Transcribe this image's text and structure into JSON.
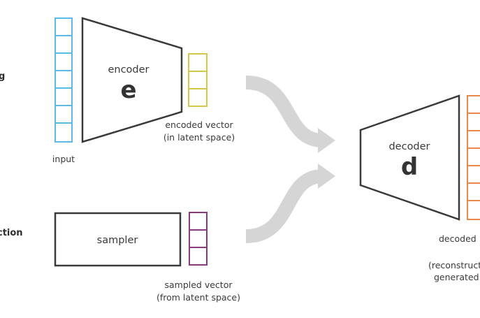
{
  "side_labels": {
    "top": "g",
    "bottom": "ction"
  },
  "encoder": {
    "label": "encoder",
    "symbol": "e"
  },
  "decoder": {
    "label": "decoder",
    "symbol": "d"
  },
  "sampler": {
    "label": "sampler"
  },
  "input": {
    "label": "input"
  },
  "encoded_vector": {
    "line1": "encoded vector",
    "line2": "(in latent space)"
  },
  "sampled_vector": {
    "line1": "sampled vector",
    "line2": "(from latent space)"
  },
  "decoded": {
    "line1": "decoded",
    "line2": "(reconstruct",
    "line3": "generated"
  },
  "colors": {
    "input": "#5fb9e6",
    "encoded": "#d4c84a",
    "sampled": "#8a3a7e",
    "decoded": "#e98a4a",
    "arrow": "#d5d5d5",
    "outline": "#3a3a3a"
  }
}
